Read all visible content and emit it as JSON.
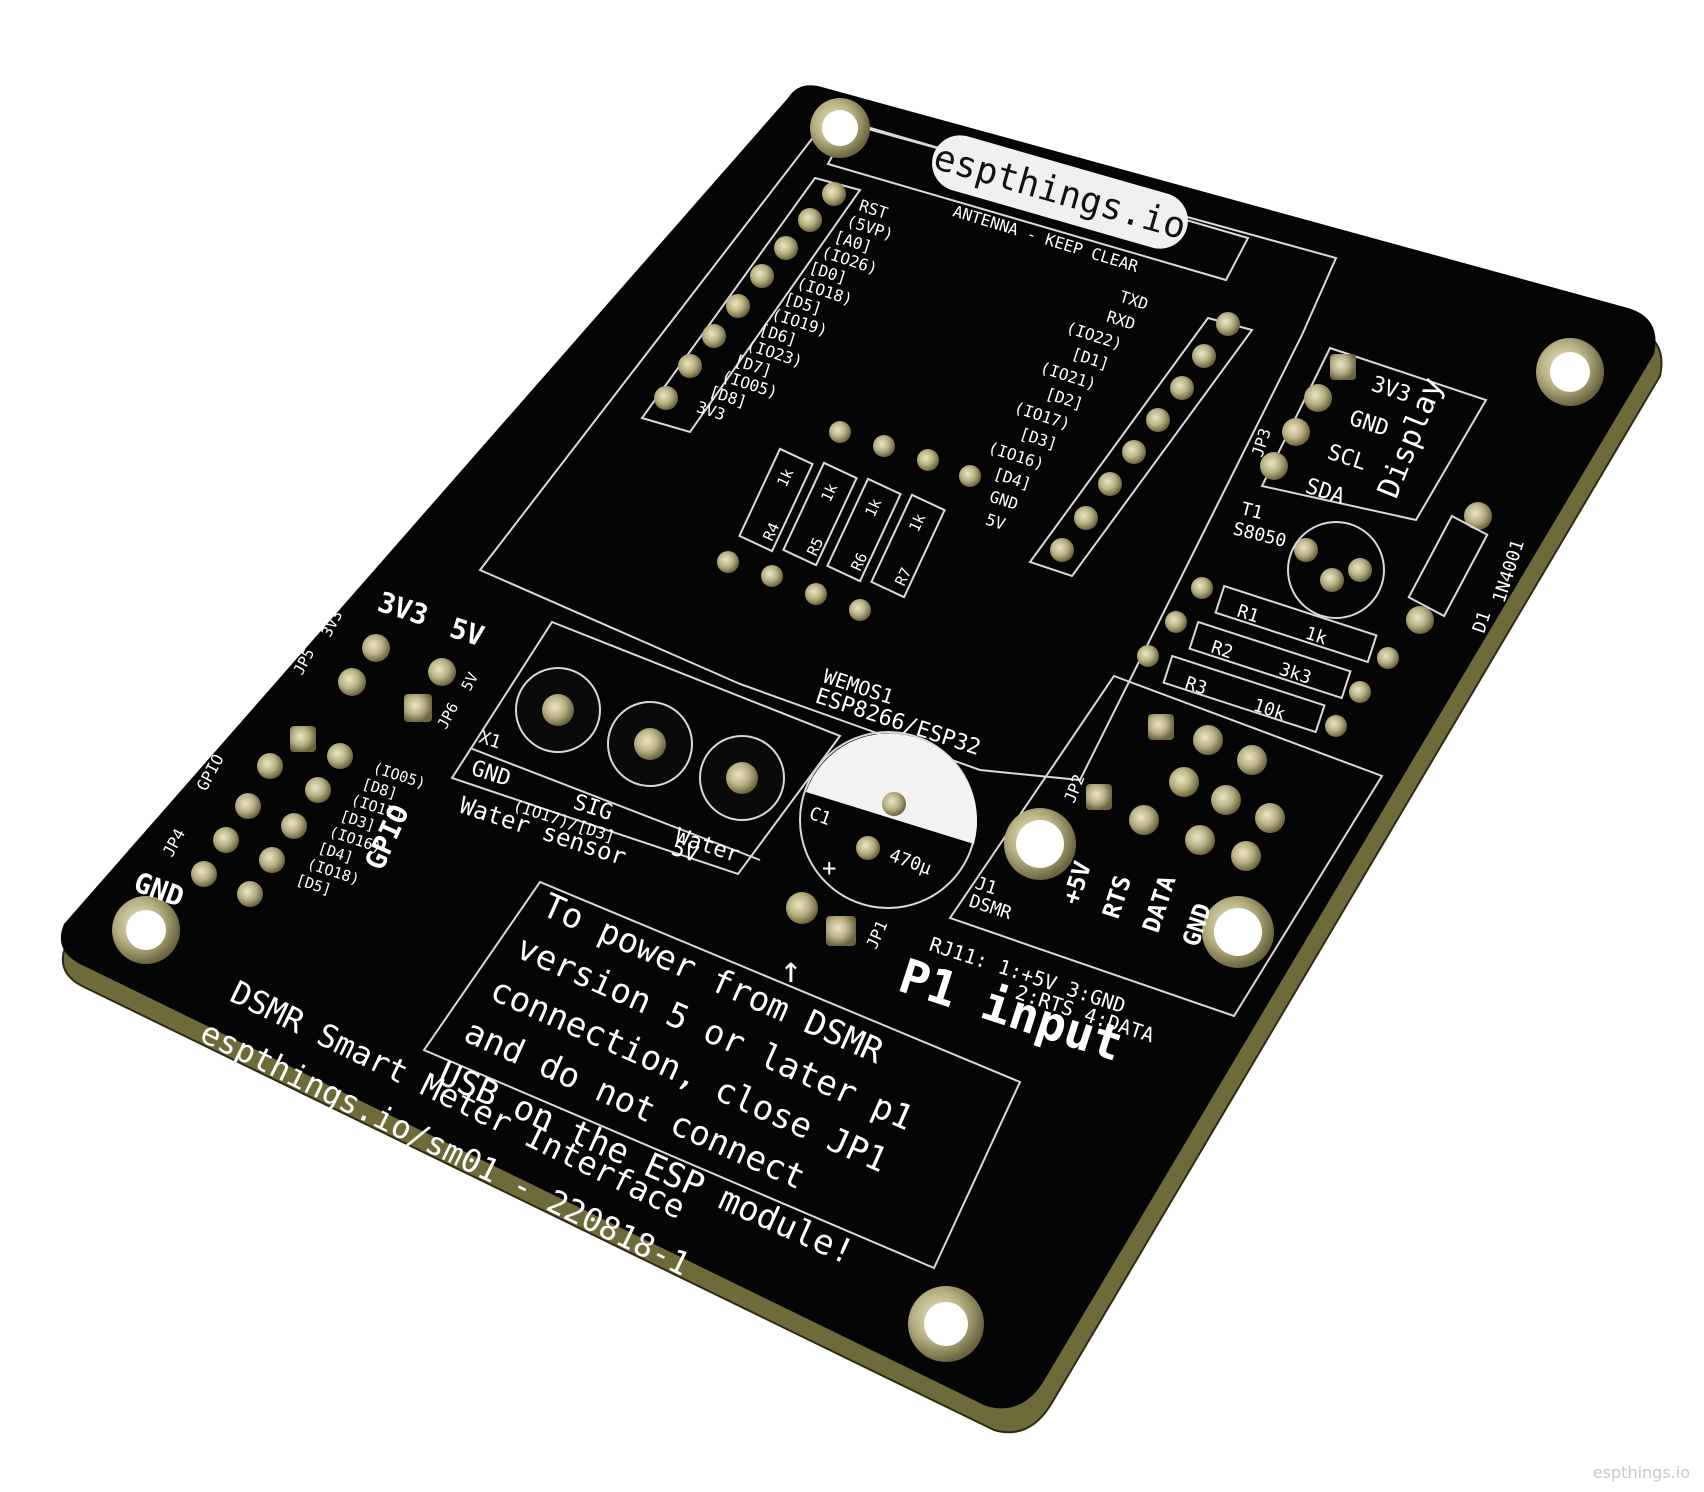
{
  "logo": {
    "brand": "espthings.io"
  },
  "antenna_note": "ANTENNA - KEEP CLEAR",
  "left_header_labels": [
    "RST",
    "(5VP)",
    "[A0]",
    "(IO26)",
    "[D0]",
    "(IO18)",
    "[D5]",
    "(IO19)",
    "[D6]",
    "(IO23)",
    "[D7]",
    "(IO05)",
    "[D8]",
    "3V3"
  ],
  "right_header_labels": [
    "TXD",
    "RXD",
    "(IO22)",
    "[D1]",
    "(IO21)",
    "[D2]",
    "(IO17)",
    "[D3]",
    "(IO16)",
    "[D4]",
    "GND",
    "5V"
  ],
  "wemos": {
    "ref": "WEMOS1",
    "value": "ESP8266/ESP32"
  },
  "resistors_center": [
    {
      "ref": "R4",
      "value": "1k"
    },
    {
      "ref": "R5",
      "value": "1k"
    },
    {
      "ref": "R6",
      "value": "1k"
    },
    {
      "ref": "R7",
      "value": "1k"
    }
  ],
  "display_header": {
    "ref": "JP3",
    "title": "Display",
    "pins": [
      "3V3",
      "GND",
      "SCL",
      "SDA"
    ]
  },
  "transistor": {
    "ref": "T1",
    "value": "S8050"
  },
  "diode": {
    "ref": "D1",
    "value": "1N4001"
  },
  "resistors_right": [
    {
      "ref": "R1",
      "value": "1k"
    },
    {
      "ref": "R2",
      "value": "3k3"
    },
    {
      "ref": "R3",
      "value": "10k"
    }
  ],
  "jumpers": {
    "jp5": "JP5",
    "jp5_value": "3V3",
    "jp5_top": "3V3",
    "jp6": "JP6",
    "jp6_value": "5V",
    "jp6_top": "5V",
    "jp1": "JP1",
    "jp2": "JP2"
  },
  "terminal": {
    "ref": "X1",
    "pins": [
      "GND",
      "SIG",
      "Water"
    ],
    "sub_sig": "(IO17)/[D3]",
    "sub_5v": "5V",
    "label": "Water sensor"
  },
  "capacitor": {
    "ref": "C1",
    "value": "470µ",
    "polarity": "+"
  },
  "gpio": {
    "ref": "JP4",
    "name": "GPIO",
    "title": "GPIO",
    "gnd": "GND",
    "labels": [
      "(IO05)",
      "[D8]",
      "(IO17)",
      "[D3]",
      "(IO16)",
      "[D4]",
      "(IO18)",
      "[D5]"
    ]
  },
  "rj11": {
    "ref": "J1",
    "name": "DSMR",
    "pins": [
      "+5V",
      "RTS",
      "DATA",
      "GND"
    ],
    "legend_1": "RJ11: 1:+5V 3:GND",
    "legend_2": "2:RTS 4:DATA"
  },
  "p1_title": "P1 input",
  "warning_lines": [
    "To power from DSMR",
    "version 5 or later p1",
    "connection, close JP1",
    "and do not connect",
    "USB on the ESP module!"
  ],
  "footer": {
    "line1": "DSMR Smart Meter Interface",
    "line2": "espthings.io/sm01 - 220818-1"
  },
  "watermark": "espthings.io",
  "colors": {
    "board": "#050505",
    "silkscreen": "#ffffff",
    "pad": "#b9b184",
    "edge": "#6f6a3a"
  }
}
